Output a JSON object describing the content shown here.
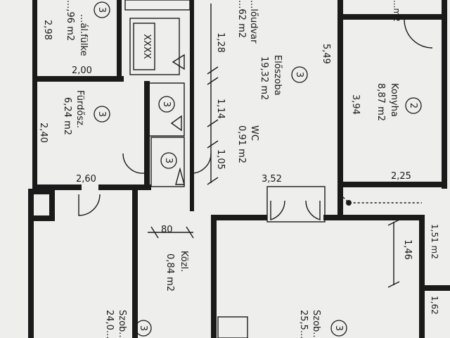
{
  "rooms": {
    "alcove": {
      "name": "...ál.fülke",
      "area": "...,96 m2",
      "dim_v": "2,98",
      "dim_h": "2,00",
      "mark": "3"
    },
    "bathroom": {
      "name": "Fürdősz.",
      "area": "6,24 m2",
      "dim_v": "2,40",
      "dim_h": "2,60",
      "mark": "3"
    },
    "hall": {
      "name": "Előszoba",
      "area": "19,32 m2",
      "dim_h": "3,52",
      "mark": "3"
    },
    "wc": {
      "name": "WC",
      "area": "0,91 m2",
      "mark": "3"
    },
    "corridor": {
      "name": "Közl.",
      "area": "0,84 m2",
      "dim_h": "80"
    },
    "kitchen": {
      "name": "Konyha",
      "area": "8,87 m2",
      "dim_v": "3,94",
      "dim_h": "2,25",
      "mark": "2"
    },
    "room_left": {
      "name": "Szob...",
      "area": "24,0...",
      "mark": "3"
    },
    "room_right": {
      "name": "Szob...",
      "area": "25,5...",
      "mark": "3"
    },
    "loggia": {
      "name": "...lőudvar",
      "area": "...62 m2"
    },
    "right_small_a": {
      "area": "1,51 m2",
      "dim": "1,46"
    },
    "right_small_b": {
      "area": "1,62"
    },
    "top_right": {
      "area": "...m2"
    }
  },
  "dimensions": {
    "hall_v": "5,49",
    "d1": "1,28",
    "d2": "1,14",
    "d3": "1,05"
  },
  "labels": {
    "crossed_box": "XXXX",
    "marker_top": "3"
  }
}
